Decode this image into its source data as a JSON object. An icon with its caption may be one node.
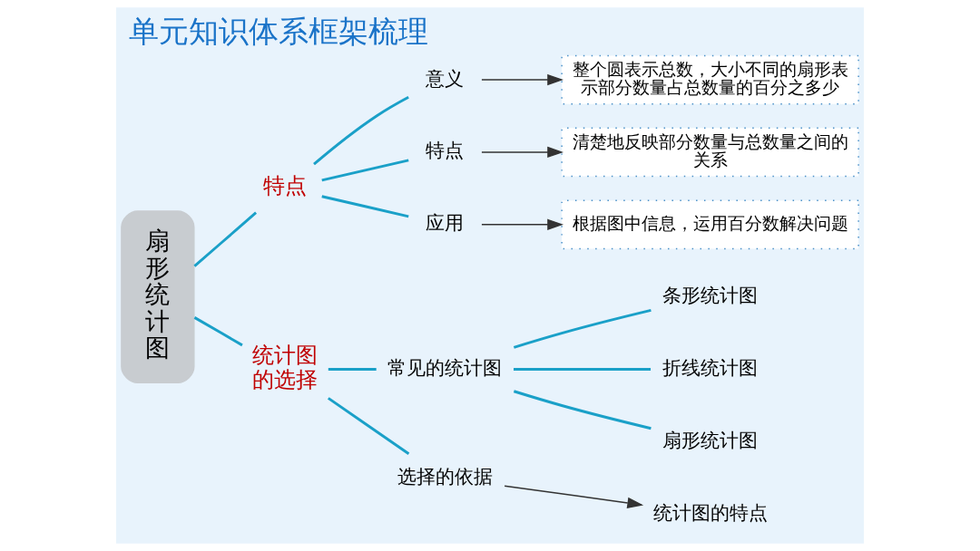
{
  "diagram": {
    "title": "单元知识体系框架梳理",
    "nodes": [
      {
        "text": [
          "扇形统计图"
        ]
      },
      {
        "text": [
          "特点"
        ]
      },
      {
        "text": [
          "统计图的选择"
        ]
      },
      {
        "text": [
          "意义"
        ]
      },
      {
        "text": [
          "整个圆表示总数，大小不同的扇形表示部分数量占总数量的百分之多少"
        ]
      },
      {
        "text": [
          "特点"
        ]
      },
      {
        "text": [
          "清楚地反映部分数量与总数量之间的关系"
        ]
      },
      {
        "text": [
          "应用"
        ]
      },
      {
        "text": [
          "根据图中信息，运用百分数解决问题"
        ]
      },
      {
        "text": [
          "常见的统计图"
        ]
      },
      {
        "text": [
          "条形统计图"
        ]
      },
      {
        "text": [
          "折线统计图"
        ]
      },
      {
        "text": [
          "扇形统计图"
        ]
      },
      {
        "text": [
          "选择的依据"
        ]
      },
      {
        "text": [
          "统计图的特点"
        ]
      }
    ],
    "edges": [
      {
        "from": 0,
        "to": 1,
        "arrow": "none"
      },
      {
        "from": 0,
        "to": 2,
        "arrow": "none"
      },
      {
        "from": 1,
        "to": 3,
        "arrow": "none"
      },
      {
        "from": 1,
        "to": 5,
        "arrow": "none"
      },
      {
        "from": 1,
        "to": 7,
        "arrow": "none"
      },
      {
        "from": 3,
        "to": 4,
        "arrow": "to",
        "color": "#333333"
      },
      {
        "from": 5,
        "to": 6,
        "arrow": "to",
        "color": "#333333"
      },
      {
        "from": 7,
        "to": 8,
        "arrow": "to",
        "color": "#333333"
      },
      {
        "from": 2,
        "to": 9,
        "arrow": "none"
      },
      {
        "from": 2,
        "to": 13,
        "arrow": "none"
      },
      {
        "from": 9,
        "to": 10,
        "arrow": "none"
      },
      {
        "from": 9,
        "to": 11,
        "arrow": "none"
      },
      {
        "from": 9,
        "to": 12,
        "arrow": "none"
      },
      {
        "from": 13,
        "to": 14,
        "arrow": "to",
        "color": "#333333"
      }
    ]
  }
}
